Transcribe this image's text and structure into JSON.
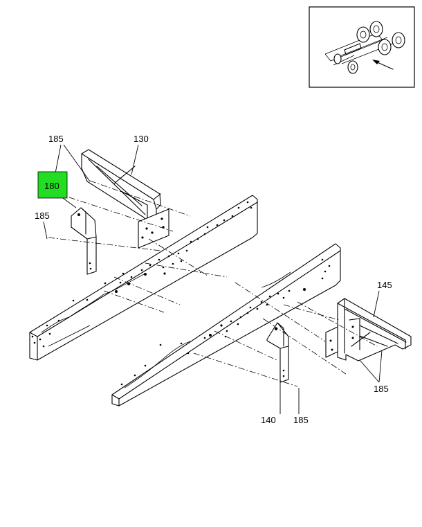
{
  "callouts": {
    "c185_top": "185",
    "c130": "130",
    "c180": "180",
    "c185_left": "185",
    "c145": "145",
    "c185_right": "185",
    "c140": "140",
    "c185_bottom": "185"
  },
  "highlight_color": "#22dd22"
}
